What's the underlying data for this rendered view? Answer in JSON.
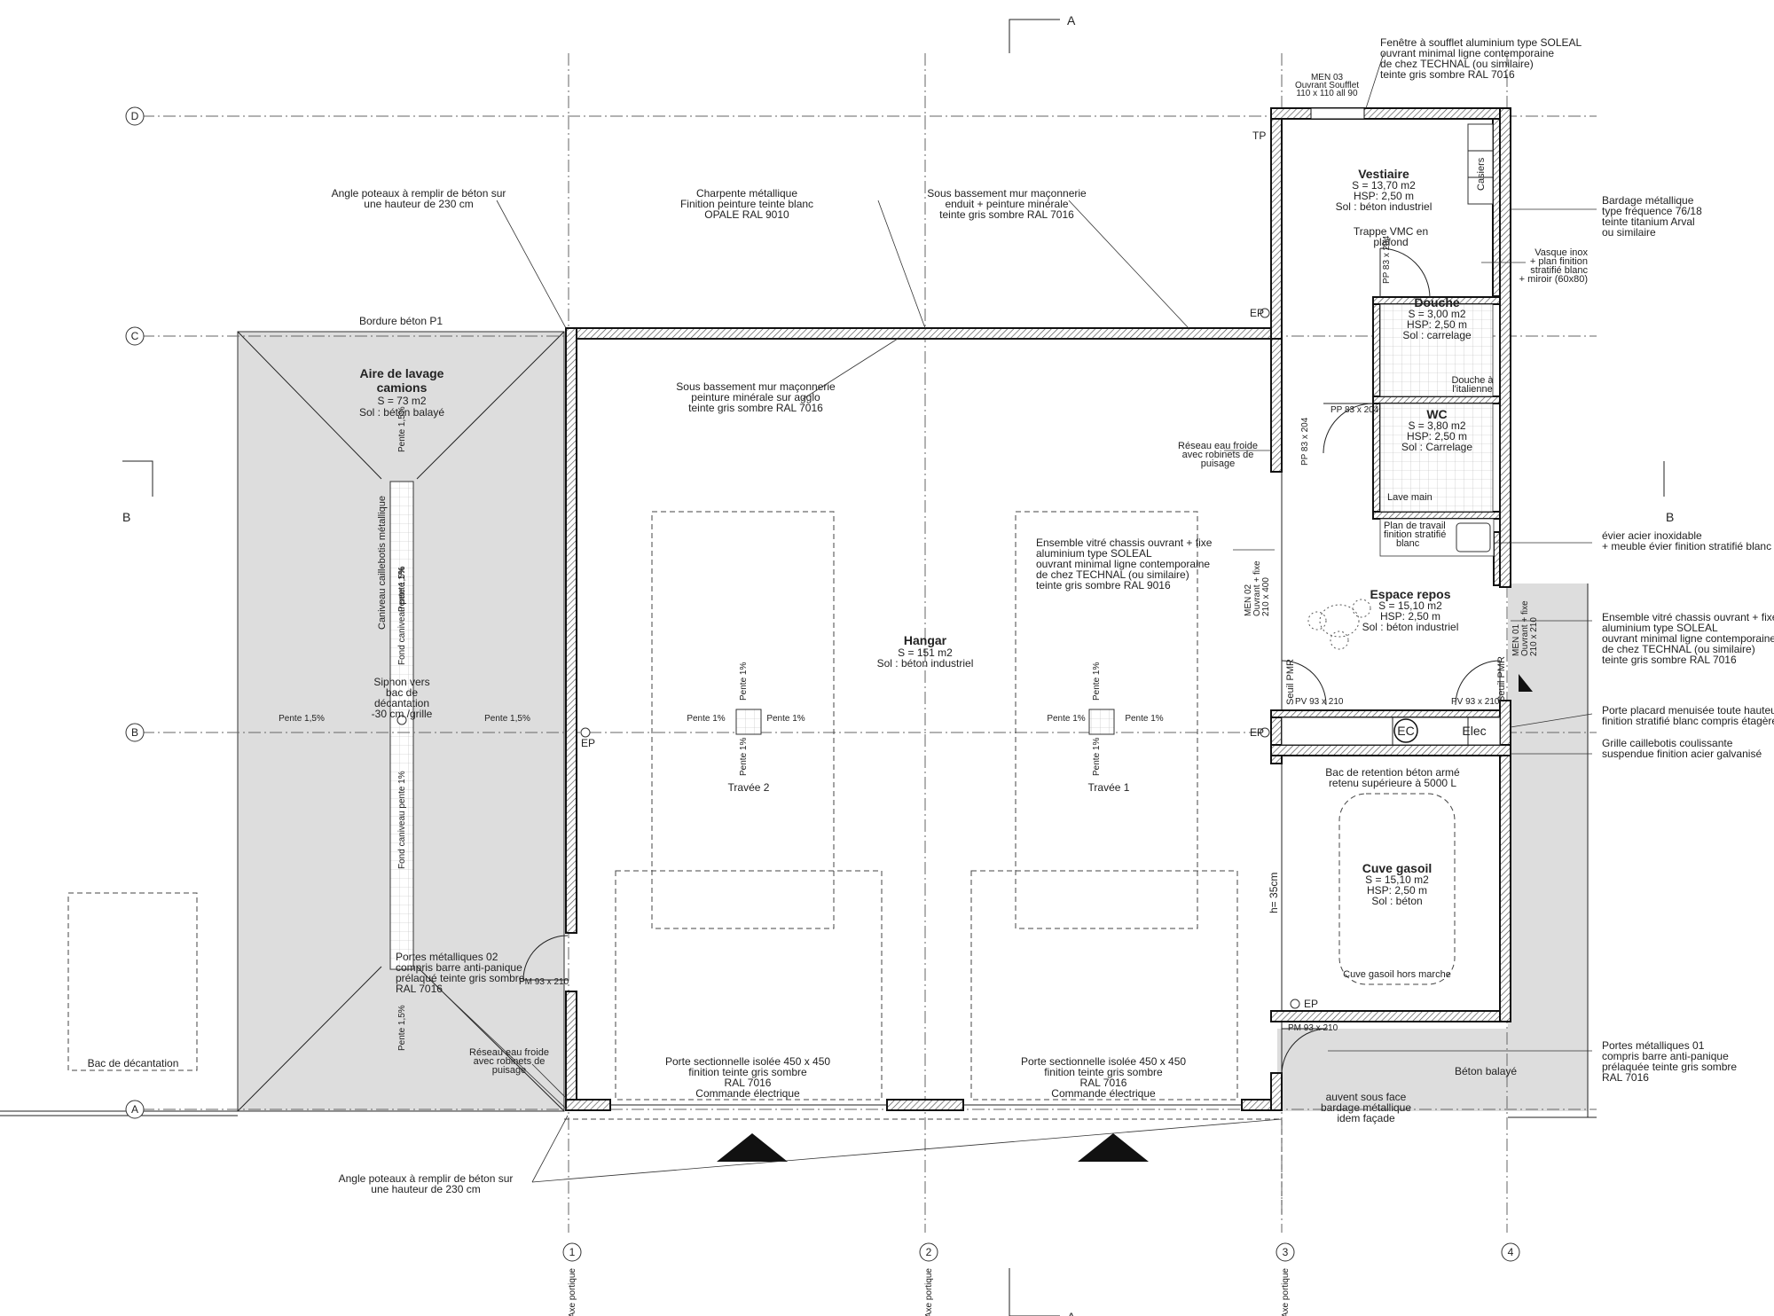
{
  "axes": {
    "rows": [
      "D",
      "C",
      "B",
      "A"
    ],
    "columns": [
      "1",
      "2",
      "3",
      "4"
    ],
    "column_caption": "Axe portique"
  },
  "sections": {
    "aa": "A",
    "bb": "B"
  },
  "rooms": {
    "aire": {
      "name_1": "Aire de lavage",
      "name_2": "camions",
      "area": "S = 73 m2",
      "floor": "Sol : béton balayé"
    },
    "hangar": {
      "name": "Hangar",
      "area": "S = 151 m2",
      "floor": "Sol : béton industriel"
    },
    "vestiaire": {
      "name": "Vestiaire",
      "area": "S = 13,70 m2",
      "hsp": "HSP: 2,50 m",
      "floor": "Sol : béton industriel"
    },
    "douche": {
      "name": "Douche",
      "area": "S = 3,00 m2",
      "hsp": "HSP: 2,50 m",
      "floor": "Sol : carrelage"
    },
    "wc": {
      "name": "WC",
      "area": "S = 3,80 m2",
      "hsp": "HSP: 2,50 m",
      "floor": "Sol : Carrelage"
    },
    "repos": {
      "name": "Espace repos",
      "area": "S = 15,10 m2",
      "hsp": "HSP: 2,50 m",
      "floor": "Sol : béton industriel"
    },
    "cuve": {
      "name": "Cuve gasoil",
      "area": "S = 15,10 m2",
      "hsp": "HSP: 2,50 m",
      "floor": "Sol : béton"
    }
  },
  "bays": {
    "bay2": "Travée 2",
    "bay1": "Travée 1"
  },
  "labels": {
    "bordure": "Bordure béton P1",
    "caniveau": "Caniveau caillebotis métallique",
    "fond_caniveau": "Fond caniveau pente 1%",
    "siphon": [
      "Siphon vers",
      "bac de",
      "décantation",
      "-30 cm /grille"
    ],
    "bac_decantation": "Bac de décantation",
    "pente_1_5": "Pente 1,5%",
    "pente_1": "Pente 1%",
    "ep": "EP",
    "tp": "TP",
    "casiers": "Casiers",
    "trappe_vmc": [
      "Trappe VMC en",
      "plafond"
    ],
    "pp_83_204": "PP 83 x 204",
    "pv_93_210": "PV 93 x 210",
    "pm_93_210": "PM 93 x 210",
    "seuil_pmr": "Seuil PMR",
    "men02": [
      "MEN 02",
      "Ouvrant + fixe",
      "210 x 400"
    ],
    "men01": [
      "MEN 01",
      "Ouvrant + fixe",
      "210 x 210"
    ],
    "men03": [
      "MEN 03",
      "Ouvrant Soufflet",
      "110 x 110 all 90"
    ],
    "douche_italienne": [
      "Douche à",
      "l'italienne"
    ],
    "lave_main": "Lave main",
    "plan_travail": [
      "Plan de travail",
      "finition stratifié",
      "blanc"
    ],
    "ec": "EC",
    "elec": "Elec",
    "bac_retention": [
      "Bac de retention béton armé",
      "retenu supérieure à 5000 L"
    ],
    "h_35": "h= 35cm",
    "cuve_hors": "Cuve gasoil hors marche",
    "beton_balaye": "Béton balayé",
    "auvent": [
      "auvent sous face",
      "bardage métallique",
      "idem façade"
    ]
  },
  "notes": {
    "angle_top": [
      "Angle poteaux à remplir de béton sur",
      "une hauteur de 230 cm"
    ],
    "charpente": [
      "Charpente métallique",
      "Finition peinture teinte blanc",
      "OPALE RAL 9010"
    ],
    "sous_bassement_top": [
      "Sous bassement mur maçonnerie",
      "enduit + peinture minérale",
      "teinte gris sombre RAL 7016"
    ],
    "sous_bassement_mid": [
      "Sous bassement mur maçonnerie",
      "peinture minérale sur agglo",
      "teinte gris sombre RAL 7016"
    ],
    "fenetre": [
      "Fenêtre à soufflet aluminium type SOLEAL",
      "ouvrant minimal ligne contemporaine",
      "de chez TECHNAL (ou similaire)",
      "teinte gris sombre RAL 7016"
    ],
    "bardage": [
      "Bardage métallique",
      "type fréquence 76/18",
      "teinte titanium Arval",
      "ou similaire"
    ],
    "vasque": [
      "Vasque inox",
      "+ plan finition",
      "stratifié blanc",
      "+ miroir (60x80)"
    ],
    "reseau_right": [
      "Réseau eau froide",
      "avec robinets de",
      "puisage"
    ],
    "ensemble_hangar": [
      "Ensemble vitré chassis ouvrant + fixe",
      "aluminium type SOLEAL",
      "ouvrant minimal ligne contemporaine",
      "de chez TECHNAL (ou similaire)",
      "teinte gris sombre RAL 9016"
    ],
    "evier": [
      "évier acier inoxidable",
      "+ meuble évier finition stratifié blanc"
    ],
    "ensemble_right": [
      "Ensemble vitré chassis ouvrant + fixe",
      "aluminium type SOLEAL",
      "ouvrant minimal ligne contemporaine",
      "de chez TECHNAL (ou similaire)",
      "teinte gris sombre RAL 7016"
    ],
    "porte_placard": [
      "Porte placard menuisée toute hauteur",
      "finition stratifié blanc compris étagères"
    ],
    "grille": [
      "Grille caillebotis coulissante",
      "suspendue finition acier galvanisé"
    ],
    "portes_02": [
      "Portes métalliques 02",
      "compris barre anti-panique",
      "prélaqué teinte gris sombre",
      "RAL 7016"
    ],
    "reseau_left": [
      "Réseau eau froide",
      "avec robinets de",
      "puisage"
    ],
    "porte_sect": [
      "Porte sectionnelle isolée 450 x 450",
      "finition teinte gris sombre",
      "RAL 7016",
      "Commande électrique"
    ],
    "angle_bottom": [
      "Angle poteaux à remplir de béton sur",
      "une hauteur de 230 cm"
    ],
    "portes_01": [
      "Portes métalliques 01",
      "compris barre anti-panique",
      "prélaquée teinte gris sombre",
      "RAL 7016"
    ]
  },
  "colors": {
    "apron": "#dddddd",
    "ink": "#222222",
    "hatch": "#555555"
  }
}
